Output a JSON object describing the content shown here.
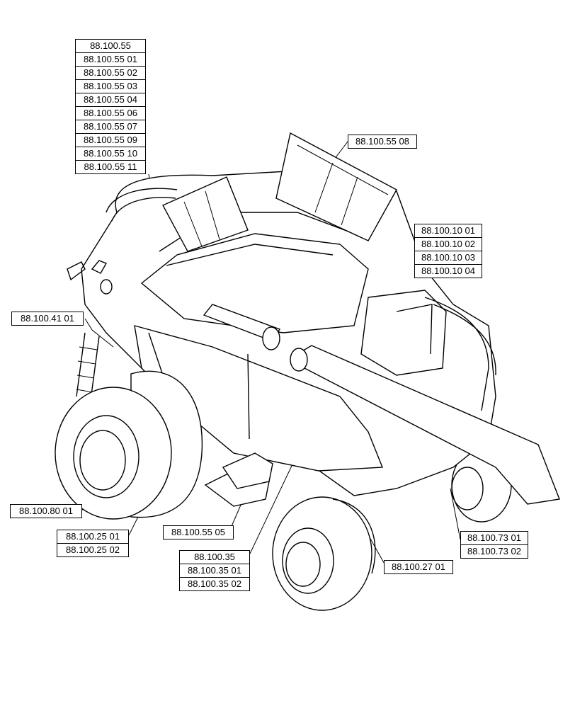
{
  "callouts": [
    {
      "id": "top-stack",
      "refs": [
        "88.100.55",
        "88.100.55 01",
        "88.100.55 02",
        "88.100.55 03",
        "88.100.55 04",
        "88.100.55 06",
        "88.100.55 07",
        "88.100.55 09",
        "88.100.55 10",
        "88.100.55 11"
      ]
    },
    {
      "id": "grain-tank-cover",
      "refs": [
        "88.100.55 08"
      ]
    },
    {
      "id": "right-side",
      "refs": [
        "88.100.10 01",
        "88.100.10 02",
        "88.100.10 03",
        "88.100.10 04"
      ]
    },
    {
      "id": "ladder",
      "refs": [
        "88.100.41 01"
      ]
    },
    {
      "id": "front-wheel",
      "refs": [
        "88.100.80 01"
      ]
    },
    {
      "id": "tire-side",
      "refs": [
        "88.100.25 01",
        "88.100.25 02"
      ]
    },
    {
      "id": "step",
      "refs": [
        "88.100.55 05"
      ]
    },
    {
      "id": "body-panel",
      "refs": [
        "88.100.35",
        "88.100.35 01",
        "88.100.35 02"
      ]
    },
    {
      "id": "rear-wheel",
      "refs": [
        "88.100.27 01"
      ]
    },
    {
      "id": "rear-axle",
      "refs": [
        "88.100.73 01",
        "88.100.73 02"
      ]
    }
  ]
}
